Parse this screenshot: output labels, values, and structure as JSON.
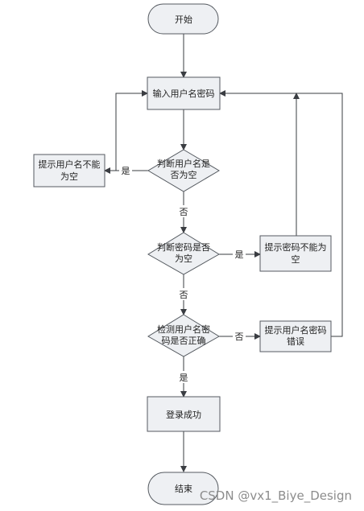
{
  "nodes": {
    "start": "开始",
    "input": "输入用户名密码",
    "check_user": [
      "判断用户名是",
      "否为空"
    ],
    "tip_user_empty": [
      "提示用户名不能",
      "为空"
    ],
    "check_pwd": [
      "判断密码是否",
      "为空"
    ],
    "tip_pwd_empty": [
      "提示密码不能为",
      "空"
    ],
    "verify": [
      "检测用户名密",
      "码是否正确"
    ],
    "tip_wrong": [
      "提示用户名密码",
      "错误"
    ],
    "success": "登录成功",
    "end": "结束"
  },
  "edge_labels": {
    "yes": "是",
    "no": "否"
  },
  "watermark": "CSDN @vx1_Biye_Design",
  "colors": {
    "node_fill": "#eef0f3",
    "node_stroke": "#555a60",
    "edge": "#3a3d42",
    "watermark": "#8c8c8c"
  }
}
